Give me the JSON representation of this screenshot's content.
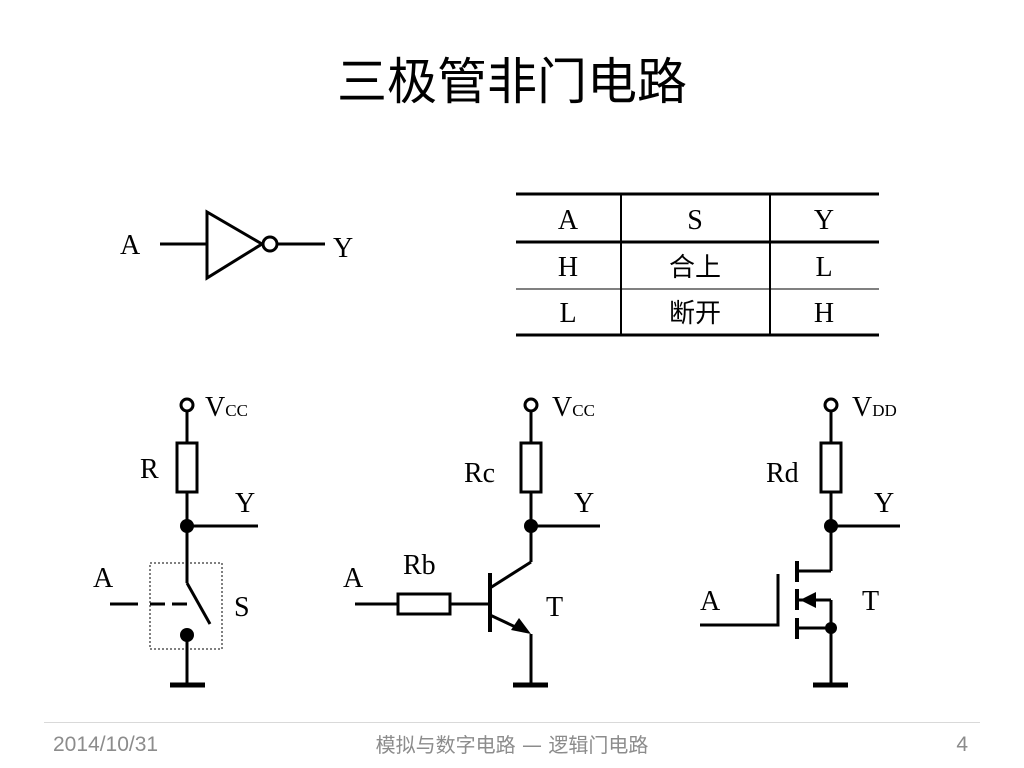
{
  "title": "三极管非门电路",
  "gate": {
    "input": "A",
    "output": "Y"
  },
  "truth_table": {
    "headers": [
      "A",
      "S",
      "Y"
    ],
    "rows": [
      [
        "H",
        "合上",
        "L"
      ],
      [
        "L",
        "断开",
        "H"
      ]
    ]
  },
  "circuits": {
    "switch": {
      "supply_main": "V",
      "supply_sub": "CC",
      "resistor": "R",
      "output": "Y",
      "input": "A",
      "switch": "S"
    },
    "bjt": {
      "supply_main": "V",
      "supply_sub": "CC",
      "collector_resistor": "Rc",
      "base_resistor": "Rb",
      "output": "Y",
      "input": "A",
      "transistor": "T"
    },
    "mos": {
      "supply_main": "V",
      "supply_sub": "DD",
      "drain_resistor": "Rd",
      "output": "Y",
      "input": "A",
      "transistor": "T"
    }
  },
  "footer": {
    "date": "2014/10/31",
    "course": "模拟与数字电路 — 逻辑门电路",
    "page": "4"
  }
}
